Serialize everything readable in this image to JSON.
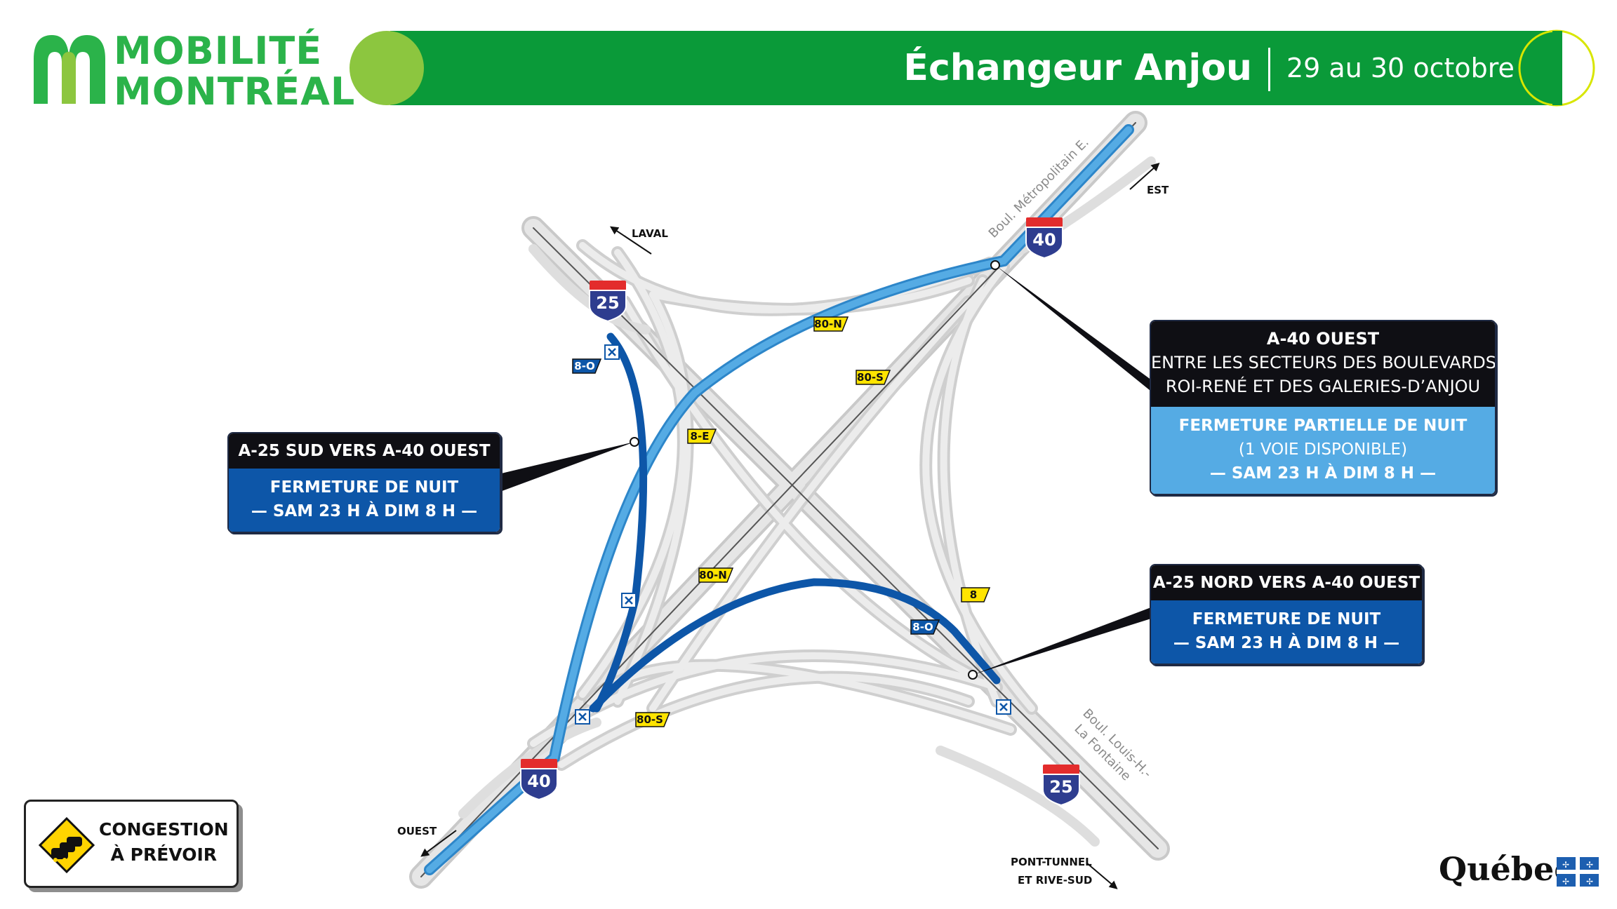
{
  "header": {
    "logo_line1": "MOBILITÉ",
    "logo_line2": "MONTRÉAL",
    "title": "Échangeur Anjou",
    "date": "29 au 30 octobre"
  },
  "colors": {
    "brand_green": "#0a9a39",
    "light_green": "#8cc63f",
    "closure_dark_blue": "#0d56a8",
    "closure_light_blue": "#55abe4",
    "road_gray": "#d8d8d8",
    "exit_yellow": "#ffe400"
  },
  "directions": {
    "laval": "LAVAL",
    "est": "EST",
    "ouest": "OUEST",
    "pont_tunnel_line1": "PONT-TUNNEL",
    "pont_tunnel_line2": "ET RIVE-SUD"
  },
  "streets": {
    "metropolitain": "Boul. Métropolitain E.",
    "louis_h_line1": "Boul. Louis-H.-",
    "louis_h_line2": "La Fontaine"
  },
  "shields": {
    "a25_top": "25",
    "a40_top": "40",
    "a40_bottom": "40",
    "a25_bottom": "25"
  },
  "exit_labels": {
    "e80n_top": "80-N",
    "e80s_top": "80-S",
    "e8e": "8-E",
    "e80n_mid": "80-N",
    "e8": "8",
    "e80s_bottom": "80-S",
    "e8o_left": "8-O",
    "e8o_right": "8-O"
  },
  "closure_markers": "closed-lane-icon",
  "callouts": {
    "a40": {
      "title": "A-40 OUEST",
      "line1": "ENTRE LES SECTEURS DES BOULEVARDS",
      "line2": "ROI-RENÉ ET DES GALERIES-D’ANJOU",
      "status": "FERMETURE PARTIELLE DE NUIT",
      "detail": "(1 VOIE DISPONIBLE)",
      "time": "— SAM 23 H À DIM 8 H —"
    },
    "a25_sud": {
      "title": "A-25 SUD VERS A-40 OUEST",
      "status": "FERMETURE DE NUIT",
      "time": "— SAM 23 H À DIM 8 H —"
    },
    "a25_nord": {
      "title": "A-25 NORD VERS A-40 OUEST",
      "status": "FERMETURE DE NUIT",
      "time": "— SAM 23 H À DIM 8 H —"
    }
  },
  "congestion": {
    "line1": "CONGESTION",
    "line2": "À PRÉVOIR",
    "icon": "traffic-jam-icon"
  },
  "footer": {
    "quebec": "Québec"
  }
}
